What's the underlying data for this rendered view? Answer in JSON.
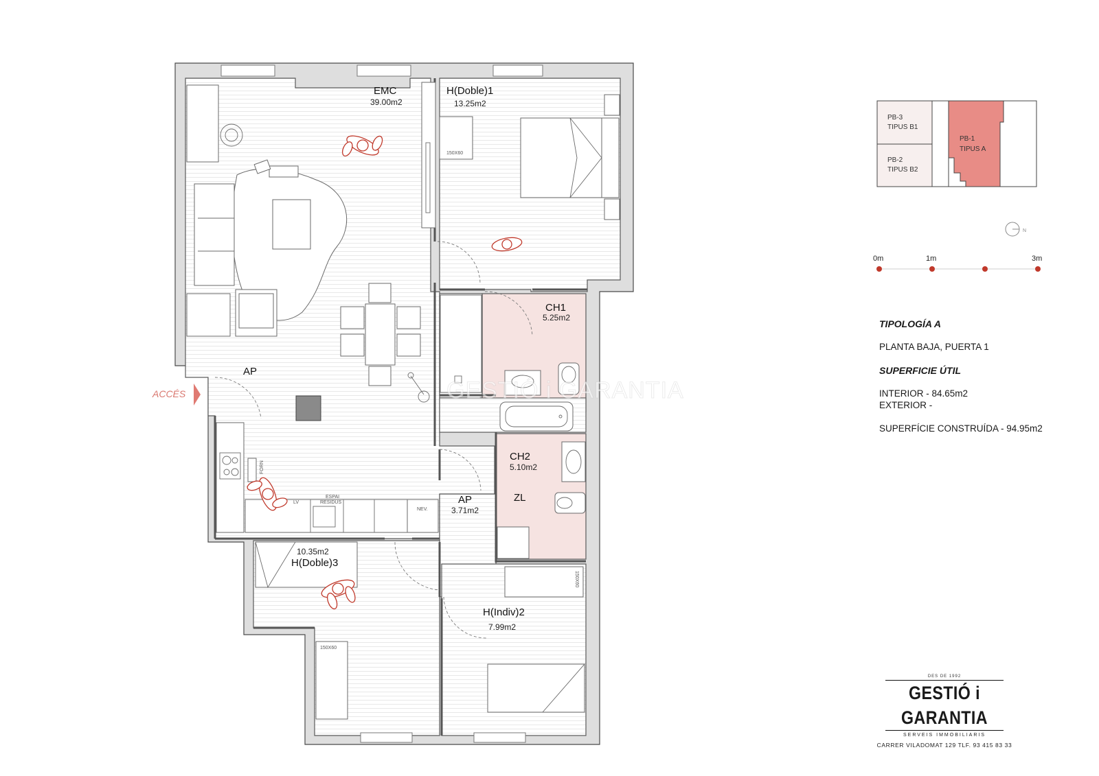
{
  "rooms": {
    "emc": {
      "name": "EMC",
      "area": "39.00m2"
    },
    "doble1": {
      "name": "H(Doble)1",
      "area": "13.25m2"
    },
    "ch1": {
      "name": "CH1",
      "area": "5.25m2"
    },
    "ap_entry": {
      "name": "AP"
    },
    "ch2": {
      "name": "CH2",
      "area": "5.10m2"
    },
    "zl": {
      "name": "ZL"
    },
    "ap_hall": {
      "name": "AP",
      "area": "3.71m2"
    },
    "doble3": {
      "name": "H(Doble)3",
      "area": "10.35m2"
    },
    "indiv2": {
      "name": "H(Indiv)2",
      "area": "7.99m2"
    }
  },
  "fixture_labels": {
    "wardrobe_a": "150X60",
    "wardrobe_b": "150X60",
    "wardrobe_c": "150X60",
    "forn": "FORN",
    "lv": "LV",
    "espai": "ESPAI",
    "residus": "RESIDUS",
    "nev": "NEV."
  },
  "access_label": "ACCÉS",
  "watermark": "GESTIÓ i GARANTIA",
  "key_plan": {
    "pb3": [
      "PB-3",
      "TIPUS B1"
    ],
    "pb2": [
      "PB-2",
      "TIPUS B2"
    ],
    "pb1": [
      "PB-1",
      "TIPUS A"
    ],
    "highlight_color": "#e88c86"
  },
  "compass_label": "N",
  "scale": [
    "0m",
    "1m",
    "3m"
  ],
  "info": {
    "tipologia": "TIPOLOGÍA A",
    "planta": "PLANTA BAJA, PUERTA 1",
    "superficie_util": "SUPERFICIE ÚTIL",
    "interior": "INTERIOR - 84.65m2",
    "exterior": "EXTERIOR -",
    "construida": "SUPERFÍCIE CONSTRUÍDA - 94.95m2"
  },
  "logo": {
    "since": "DES DE 1992",
    "name": "GESTIÓ i GARANTIA",
    "tagline": "SERVEIS IMMOBILIARIS",
    "address": "CARRER VILADOMAT 129  TLF. 93 415 83 33"
  },
  "colors": {
    "accent": "#c0392b",
    "wet_area": "#f6e3e1",
    "wall": "#dedede"
  }
}
